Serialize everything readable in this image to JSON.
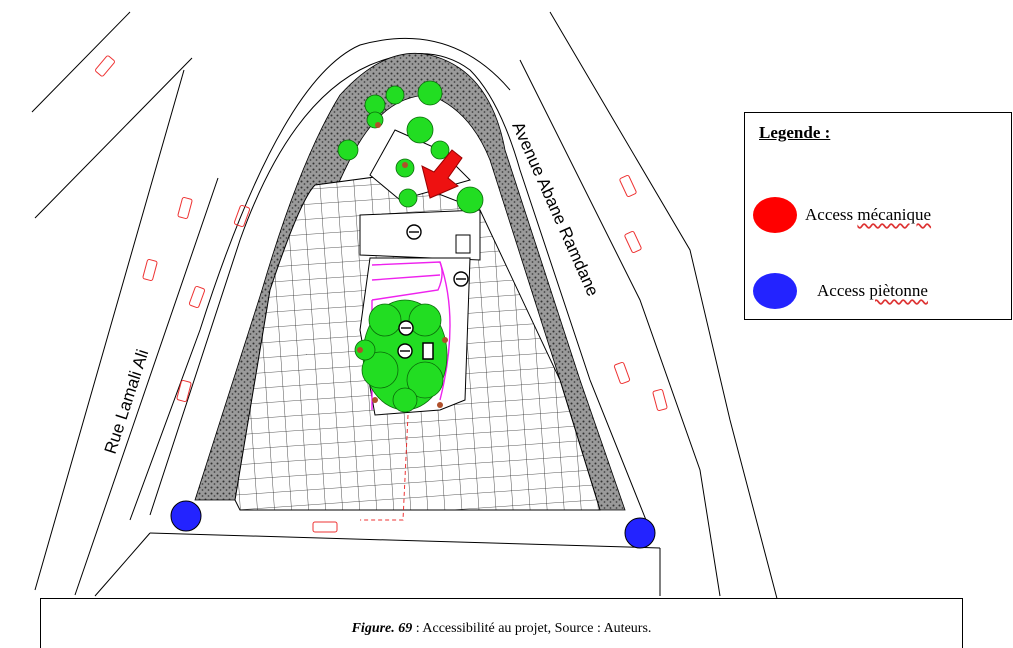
{
  "streets": {
    "left": "Rue Lamali Ali",
    "right": "Avenue Abane Ramdane"
  },
  "legend": {
    "title": "Legende :",
    "items": [
      {
        "key": "access_mecanique",
        "prefix": "Access ",
        "word": "mécanique",
        "color": "#ff0000"
      },
      {
        "key": "access_pietonne",
        "prefix": "Access ",
        "word": "piètonne",
        "color": "#2323ff"
      }
    ]
  },
  "caption": {
    "figure": "Figure. 69",
    "text": " : Accessibilité au projet, Source : Auteurs."
  },
  "colors": {
    "vegetation": "#22dd22",
    "hatch": "#555555",
    "pink_path": "#ee22ee",
    "car_outline": "#ee3333",
    "arrow": "#ee1111"
  },
  "icons": [
    "car-icon",
    "tree-icon",
    "arrow-icon",
    "access-point-icon"
  ]
}
